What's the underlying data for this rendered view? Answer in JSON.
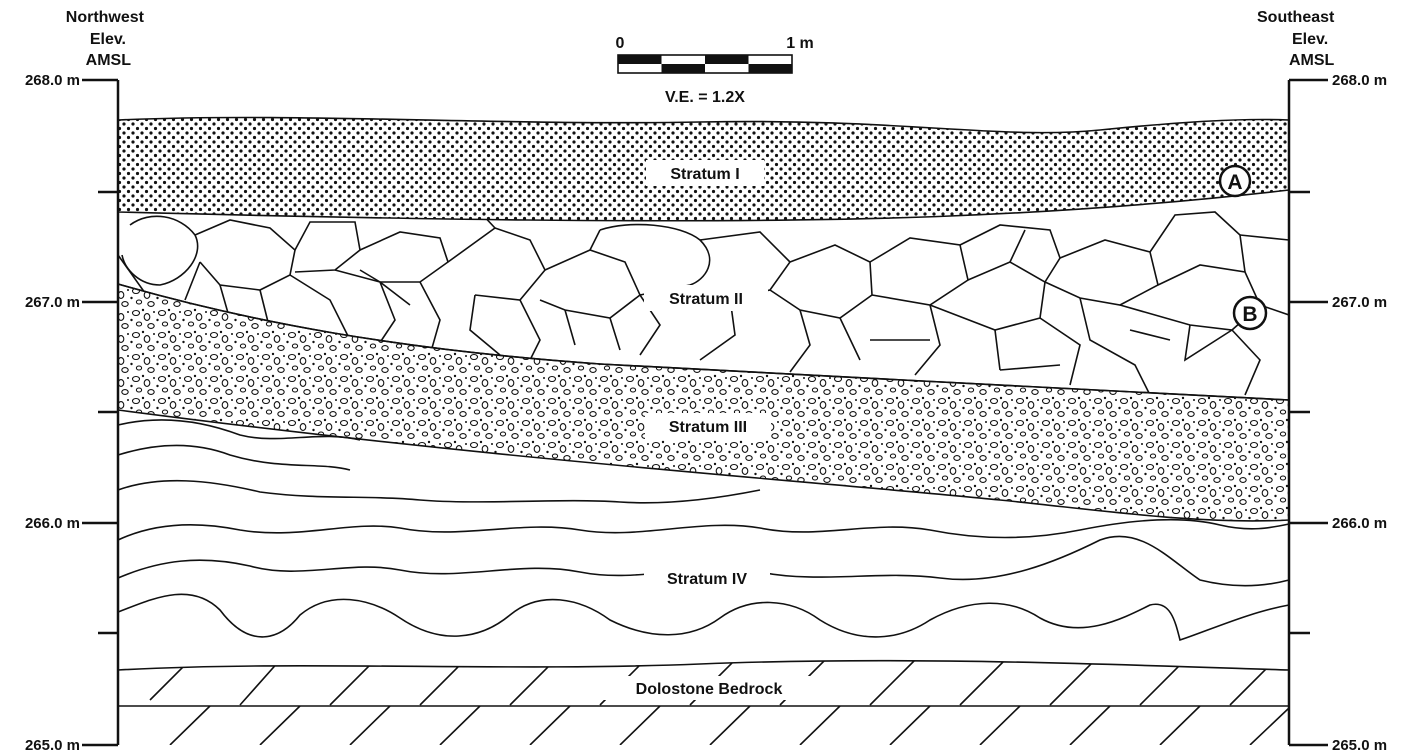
{
  "header": {
    "left": {
      "direction": "Northwest",
      "line2": "Elev.",
      "line3": "AMSL"
    },
    "right": {
      "direction": "Southeast",
      "line2": "Elev.",
      "line3": "AMSL"
    }
  },
  "elevations": [
    "268.0 m",
    "267.0 m",
    "266.0 m",
    "265.0 m"
  ],
  "scale_bar": {
    "start": "0",
    "end": "1 m",
    "ve": "V.E. = 1.2X"
  },
  "strata": {
    "s1": "Stratum I",
    "s2": "Stratum II",
    "s3": "Stratum III",
    "s4": "Stratum IV",
    "bedrock": "Dolostone Bedrock"
  },
  "markers": {
    "a": "A",
    "b": "B"
  }
}
